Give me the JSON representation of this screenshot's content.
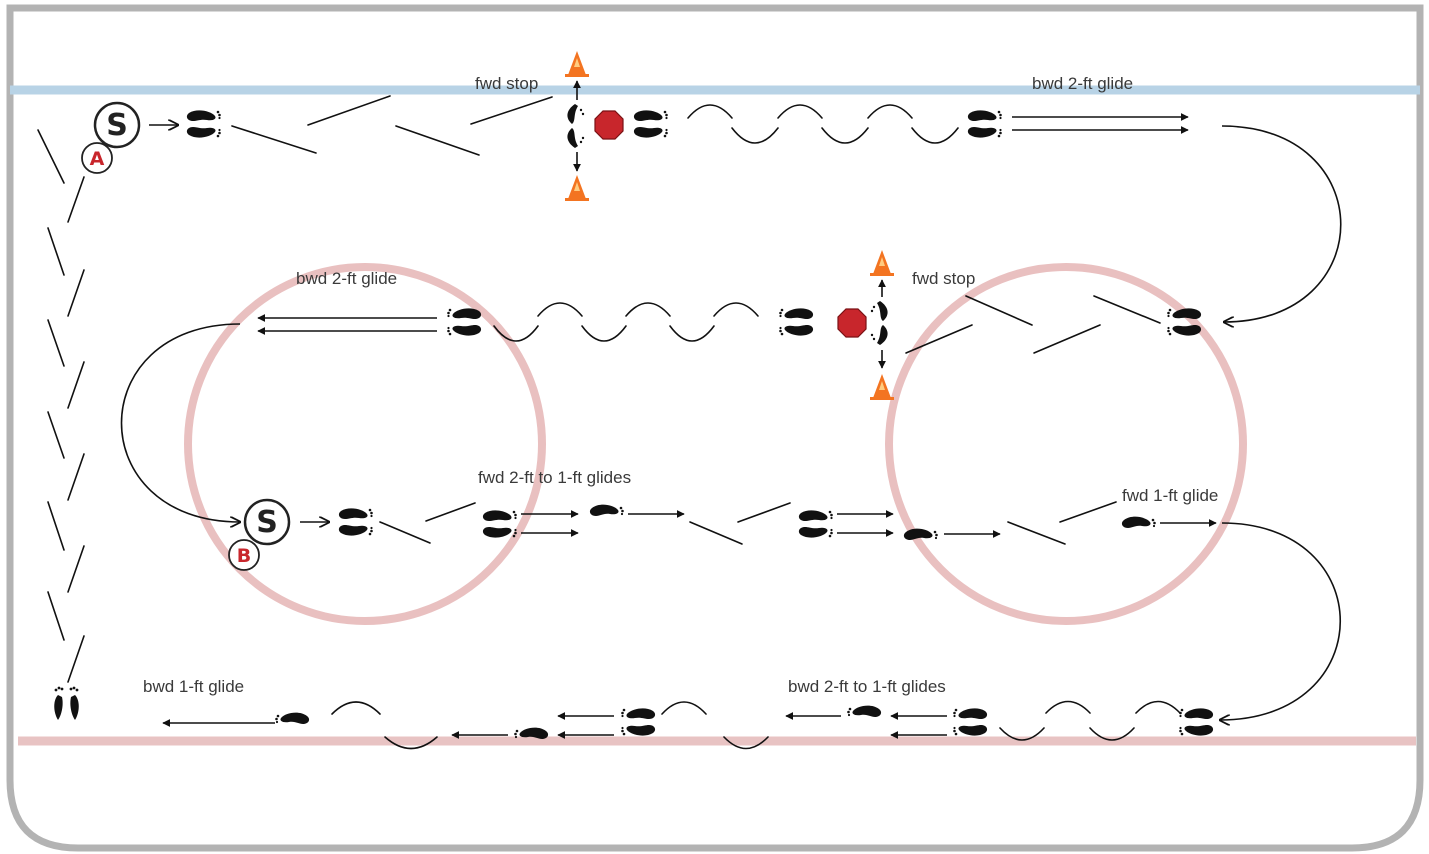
{
  "diagram": {
    "labels": {
      "fwd_stop_top": "fwd stop",
      "bwd_glide_top": "bwd 2-ft glide",
      "bwd_glide_mid": "bwd 2-ft glide",
      "fwd_stop_mid": "fwd stop",
      "fwd_2ft_1ft": "fwd 2-ft to 1-ft glides",
      "fwd_1ft": "fwd 1-ft glide",
      "bwd_1ft": "bwd 1-ft glide",
      "bwd_2ft_1ft": "bwd 2-ft to 1-ft glides"
    },
    "start_markers": {
      "start_letter": "S",
      "group_a": "A",
      "group_b": "B"
    },
    "colors": {
      "board": "#b3b3b3",
      "blue_line": "#b8d3e6",
      "red_line": "#e8c3c3",
      "faceoff_circle": "#e9c0c0",
      "stop_sign": "#c8262c",
      "cone": "#f37421",
      "group_badge": "#c8262c"
    },
    "icons": [
      "start-icon",
      "two-foot-skate-icon",
      "one-foot-skate-icon",
      "stop-sign-icon",
      "cone-icon",
      "footprints-icon"
    ]
  }
}
